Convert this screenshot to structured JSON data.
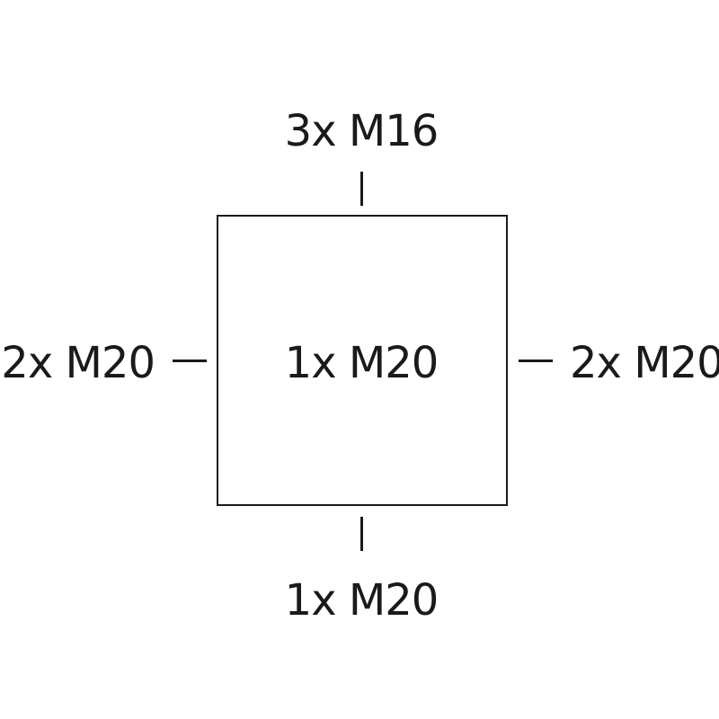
{
  "diagram": {
    "top_label": "3x M16",
    "left_label": "2x M20",
    "center_label": "1x M20",
    "right_label": "2x M20",
    "bottom_label": "1x M20"
  }
}
